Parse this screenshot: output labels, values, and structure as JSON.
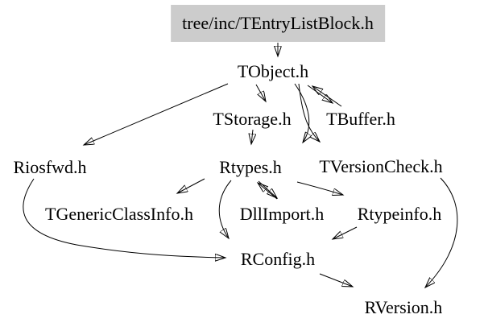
{
  "diagram": {
    "type": "include-dependency-graph",
    "root_file": "tree/inc/TEntryListBlock.h",
    "colors": {
      "background": "#ffffff",
      "root_node_fill": "#cccccc",
      "edge": "#000000",
      "text": "#000000"
    },
    "nodes": [
      {
        "id": "root",
        "label": "tree/inc/TEntryListBlock.h"
      },
      {
        "id": "tobject",
        "label": "TObject.h"
      },
      {
        "id": "tstorage",
        "label": "TStorage.h"
      },
      {
        "id": "tbuffer",
        "label": "TBuffer.h"
      },
      {
        "id": "riosfwd",
        "label": "Riosfwd.h"
      },
      {
        "id": "rtypes",
        "label": "Rtypes.h"
      },
      {
        "id": "tversioncheck",
        "label": "TVersionCheck.h"
      },
      {
        "id": "tgenericclassinfo",
        "label": "TGenericClassInfo.h"
      },
      {
        "id": "dllimport",
        "label": "DllImport.h"
      },
      {
        "id": "rtypeinfo",
        "label": "Rtypeinfo.h"
      },
      {
        "id": "rconfig",
        "label": "RConfig.h"
      },
      {
        "id": "rversion",
        "label": "RVersion.h"
      }
    ],
    "edges": [
      {
        "from": "tree/inc/TEntryListBlock.h",
        "to": "TObject.h"
      },
      {
        "from": "TObject.h",
        "to": "TStorage.h"
      },
      {
        "from": "TObject.h",
        "to": "TBuffer.h"
      },
      {
        "from": "TBuffer.h",
        "to": "TObject.h"
      },
      {
        "from": "TObject.h",
        "to": "Riosfwd.h"
      },
      {
        "from": "TObject.h",
        "to": "Rtypes.h"
      },
      {
        "from": "TObject.h",
        "to": "TVersionCheck.h"
      },
      {
        "from": "TStorage.h",
        "to": "Rtypes.h"
      },
      {
        "from": "Rtypes.h",
        "to": "TGenericClassInfo.h"
      },
      {
        "from": "Rtypes.h",
        "to": "DllImport.h"
      },
      {
        "from": "DllImport.h",
        "to": "Rtypes.h"
      },
      {
        "from": "Rtypes.h",
        "to": "Rtypeinfo.h"
      },
      {
        "from": "Rtypes.h",
        "to": "RConfig.h"
      },
      {
        "from": "Riosfwd.h",
        "to": "RConfig.h"
      },
      {
        "from": "Rtypeinfo.h",
        "to": "RConfig.h"
      },
      {
        "from": "RConfig.h",
        "to": "RVersion.h"
      },
      {
        "from": "TVersionCheck.h",
        "to": "RVersion.h"
      }
    ]
  }
}
